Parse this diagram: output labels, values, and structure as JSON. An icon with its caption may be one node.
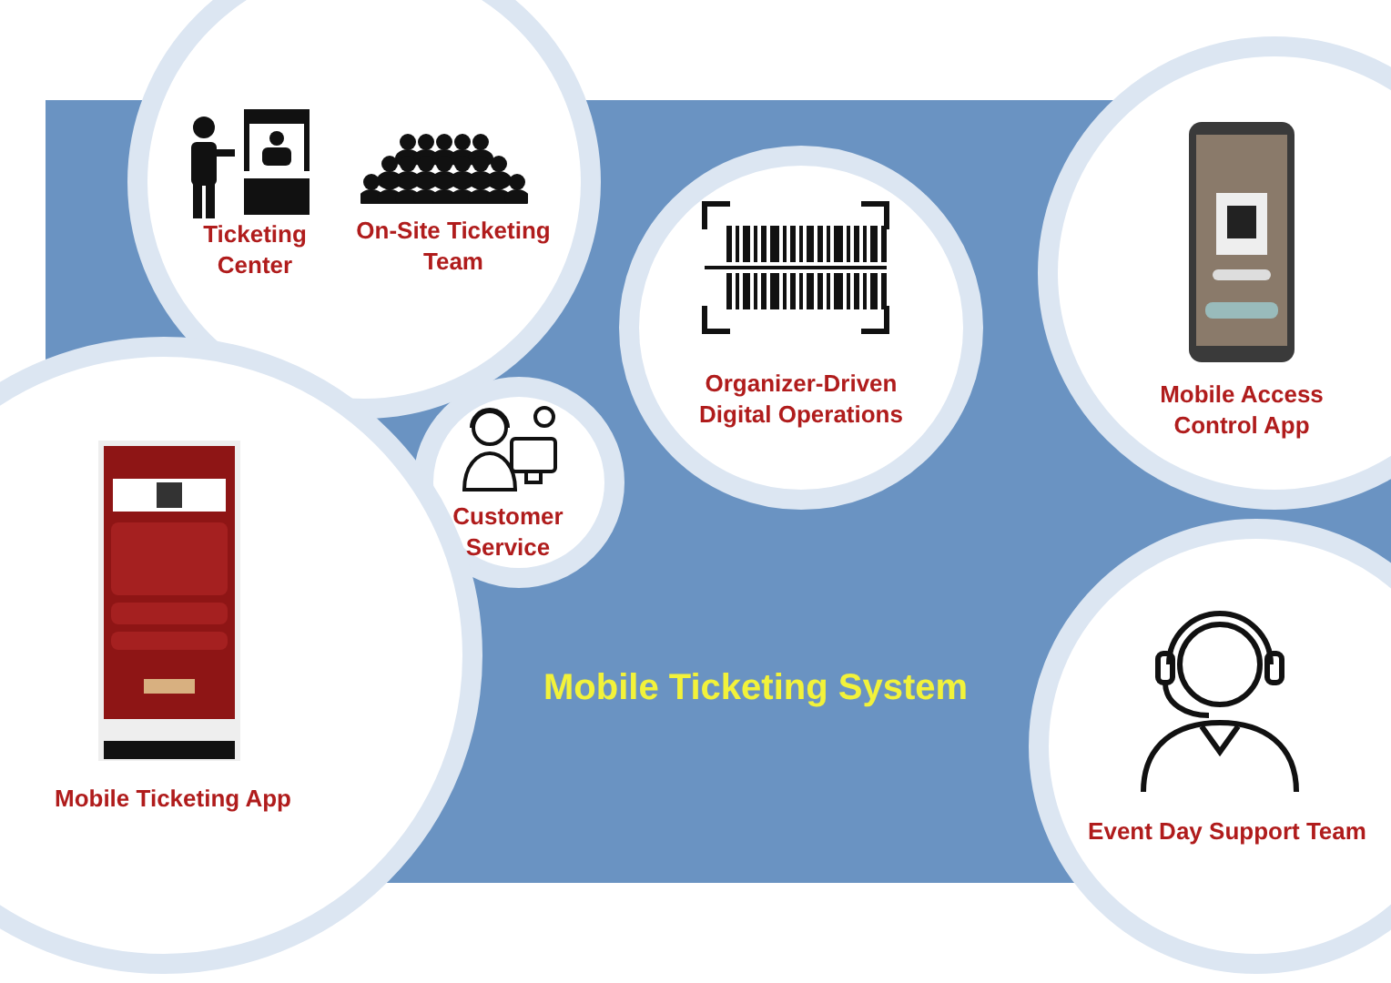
{
  "diagram": {
    "nodes": [
      {
        "text": [
          "Ticketing Center",
          "On-Site Ticketing Team"
        ]
      },
      {
        "text": [
          "Organizer-Driven Digital Operations"
        ]
      },
      {
        "text": [
          "Mobile Access Control App"
        ]
      },
      {
        "text": [
          "Customer Service"
        ]
      },
      {
        "text": [
          "Mobile Ticketing App"
        ]
      },
      {
        "text": [
          "Event Day Support Team"
        ]
      }
    ],
    "labels": [
      "Mobile Ticketing System"
    ]
  }
}
